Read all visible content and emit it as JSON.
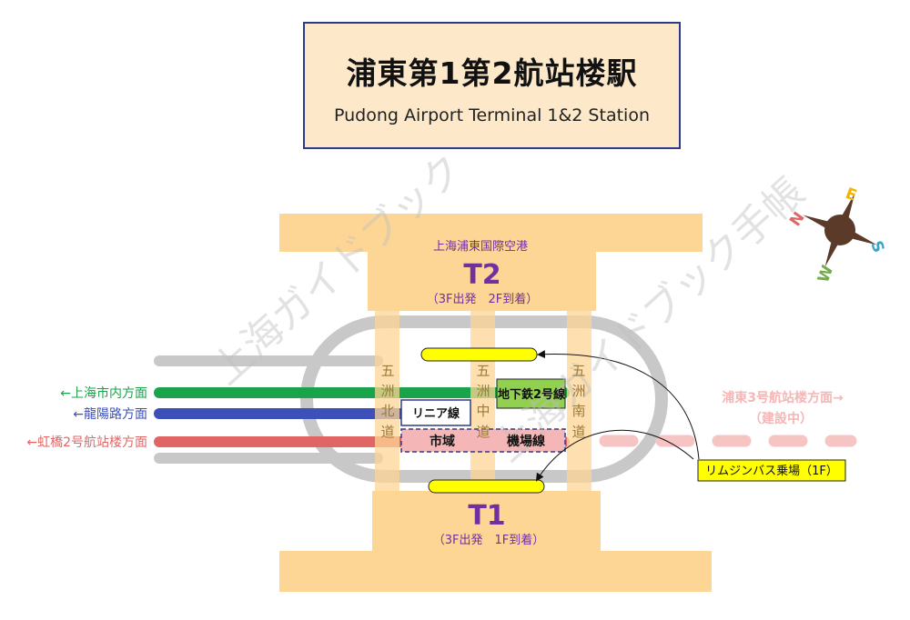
{
  "title": {
    "jp": "浦東第1第2航站楼駅",
    "en": "Pudong Airport Terminal 1&2 Station"
  },
  "terminal2": {
    "airport": "上海浦東国際空港",
    "name": "T2",
    "floors": "（3F出発　2F到着）"
  },
  "terminal1": {
    "name": "T1",
    "floors": "（3F出発　1F到着）"
  },
  "walkways": {
    "north": [
      "五",
      "洲",
      "北",
      "道"
    ],
    "center": [
      "五",
      "洲",
      "中",
      "道"
    ],
    "south": [
      "五",
      "洲",
      "南",
      "道"
    ]
  },
  "lines": {
    "metro2": {
      "name": "地下鉄2号線",
      "direction": "←上海市内方面",
      "color": "#1aa34a"
    },
    "maglev": {
      "name": "リニア線",
      "direction": "←龍陽路方面",
      "color": "#3d4fb8"
    },
    "city": {
      "name": "市域",
      "direction": "←虹橋2号航站楼方面",
      "color": "#e06666"
    },
    "airport": {
      "name": "機場線"
    }
  },
  "future": {
    "direction": "浦東3号航站楼方面→",
    "status": "（建設中）",
    "color": "#f7c4c4"
  },
  "bus": {
    "label": "リムジンバス乗場（1F）"
  },
  "compass": {
    "n": "N",
    "e": "E",
    "s": "S",
    "w": "W"
  },
  "watermark": {
    "text1": "上海ガイドブック",
    "text2": "上海ガイドブック手帳"
  },
  "colors": {
    "terminal": "#fdd595",
    "loop": "#c8c8c8",
    "bus": "#ffff00",
    "accent": "#7030a0"
  }
}
